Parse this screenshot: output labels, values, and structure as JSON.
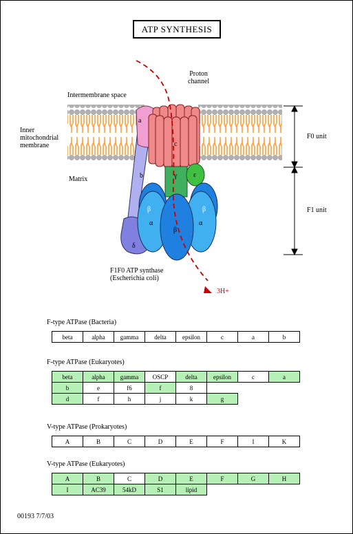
{
  "title": "ATP SYNTHESIS",
  "labels": {
    "intermembrane": "Intermembrane space",
    "inner_membrane": "Inner\nmitochondrial\nmembrane",
    "matrix": "Matrix",
    "proton_channel": "Proton\nchannel",
    "f0_unit": "F0 unit",
    "f1_unit": "F1 unit",
    "synthase": "F1F0 ATP synthase\n(Escherichia coli)",
    "proton_out": "3H+"
  },
  "subunits": {
    "a": "a",
    "b": "b",
    "c": "c",
    "delta": "δ",
    "gamma": "γ",
    "epsilon": "ε",
    "alpha_left": "α",
    "alpha_right": "α",
    "beta_center": "β",
    "beta_left": "β",
    "beta_right": "β"
  },
  "colors": {
    "membrane_lipid": "#f5a040",
    "membrane_head": "#b0b0b0",
    "c_ring": "#f08a8a",
    "a_subunit": "#f0a0d0",
    "b_subunit": "#b0b0f0",
    "delta_subunit": "#8080e0",
    "gamma_subunit": "#40b060",
    "epsilon_subunit": "#40c040",
    "beta_subunit": "#2080e0",
    "alpha_subunit": "#40b0f0",
    "proton_arrow": "#cc0000",
    "table_green": "#b6f0b6"
  },
  "sections": [
    {
      "title": "F-type ATPase (Bacteria)",
      "rows": [
        [
          {
            "t": "beta",
            "g": false
          },
          {
            "t": "alpha",
            "g": false
          },
          {
            "t": "gamma",
            "g": false
          },
          {
            "t": "delta",
            "g": false
          },
          {
            "t": "epsilon",
            "g": false
          },
          {
            "t": "c",
            "g": false
          },
          {
            "t": "a",
            "g": false
          },
          {
            "t": "b",
            "g": false
          }
        ]
      ]
    },
    {
      "title": "F-type ATPase (Eukaryotes)",
      "rows": [
        [
          {
            "t": "beta",
            "g": true
          },
          {
            "t": "alpha",
            "g": true
          },
          {
            "t": "gamma",
            "g": true
          },
          {
            "t": "OSCP",
            "g": false
          },
          {
            "t": "delta",
            "g": true
          },
          {
            "t": "epsilon",
            "g": true
          },
          {
            "t": "c",
            "g": false
          },
          {
            "t": "a",
            "g": true
          }
        ],
        [
          {
            "t": "b",
            "g": true
          },
          {
            "t": "e",
            "g": false
          },
          {
            "t": "f6",
            "g": false
          },
          {
            "t": "f",
            "g": true
          },
          {
            "t": "8",
            "g": false
          }
        ],
        [
          {
            "t": "d",
            "g": true
          },
          {
            "t": "f",
            "g": false
          },
          {
            "t": "h",
            "g": false
          },
          {
            "t": "j",
            "g": false
          },
          {
            "t": "k",
            "g": false
          },
          {
            "t": "g",
            "g": true
          }
        ]
      ]
    },
    {
      "title": "V-type ATPase (Prokaryotes)",
      "rows": [
        [
          {
            "t": "A",
            "g": false
          },
          {
            "t": "B",
            "g": false
          },
          {
            "t": "C",
            "g": false
          },
          {
            "t": "D",
            "g": false
          },
          {
            "t": "E",
            "g": false
          },
          {
            "t": "F",
            "g": false
          },
          {
            "t": "I",
            "g": false
          },
          {
            "t": "K",
            "g": false
          }
        ]
      ]
    },
    {
      "title": "V-type ATPase (Eukaryotes)",
      "rows": [
        [
          {
            "t": "A",
            "g": true
          },
          {
            "t": "B",
            "g": true
          },
          {
            "t": "C",
            "g": false
          },
          {
            "t": "D",
            "g": true
          },
          {
            "t": "E",
            "g": true
          },
          {
            "t": "F",
            "g": true
          },
          {
            "t": "G",
            "g": true
          },
          {
            "t": "H",
            "g": true
          }
        ],
        [
          {
            "t": "I",
            "g": true
          },
          {
            "t": "AC39",
            "g": true
          },
          {
            "t": "54kD",
            "g": true
          },
          {
            "t": "S1",
            "g": true
          },
          {
            "t": "lipid",
            "g": true
          }
        ]
      ]
    }
  ],
  "footer": "00193   7/7/03"
}
